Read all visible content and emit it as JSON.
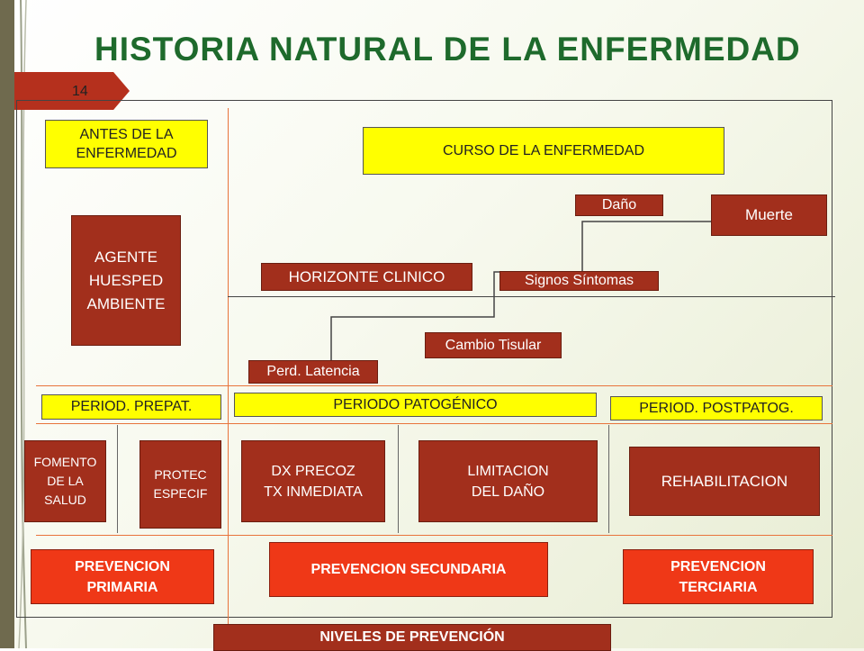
{
  "slide": {
    "title": "HISTORIA NATURAL DE LA ENFERMEDAD",
    "number": "14"
  },
  "diagram": {
    "antes": "ANTES DE LA\nENFERMEDAD",
    "curso": "CURSO DE LA ENFERMEDAD",
    "agente": "AGENTE\nHUESPED\nAMBIENTE",
    "dano": "Daño",
    "muerte": "Muerte",
    "horizonte": "HORIZONTE CLINICO",
    "signos": "Signos Síntomas",
    "cambio": "Cambio Tisular",
    "latencia": "Perd. Latencia",
    "prepat": "PERIOD. PREPAT.",
    "patogenico": "PERIODO PATOGÉNICO",
    "postpat": "PERIOD. POSTPATOG.",
    "fomento": "FOMENTO\nDE LA\nSALUD",
    "protec": "PROTEC\nESPECIF",
    "dx": "DX PRECOZ\nTX INMEDIATA",
    "limitacion": "LIMITACION\n DEL DAÑO",
    "rehab": "REHABILITACION",
    "prev_primaria": "PREVENCION\nPRIMARIA",
    "prev_secundaria": "PREVENCION SECUNDARIA",
    "prev_terciaria": "PREVENCION\nTERCIARIA",
    "niveles": "NIVELES DE PREVENCIÓN"
  },
  "colors": {
    "title_green": "#1e6a2c",
    "box_red": "#a22f1c",
    "prevention_orange": "#ef3817",
    "highlight_yellow": "#ffff00",
    "accent_tab": "#b5301d"
  }
}
